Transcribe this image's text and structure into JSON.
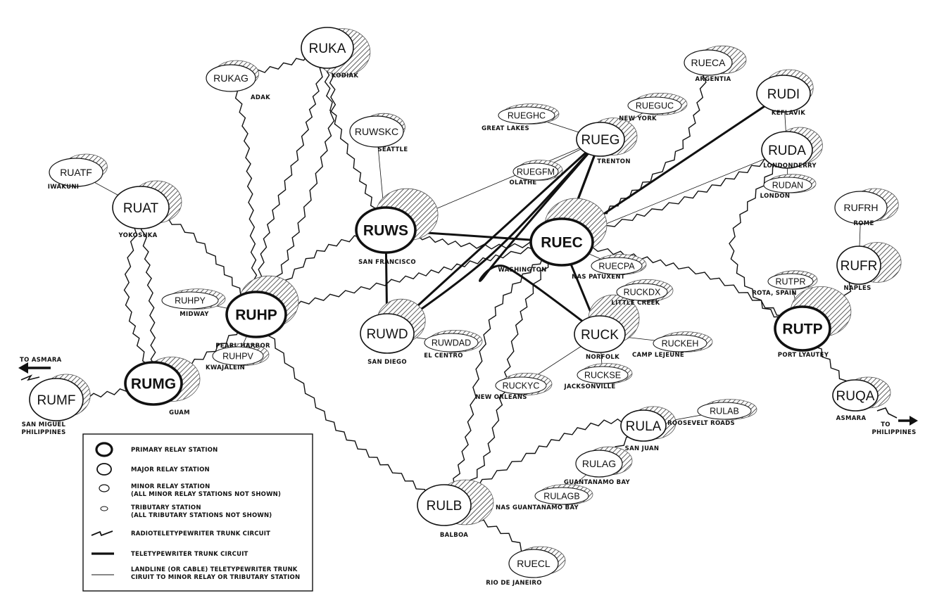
{
  "nodes": [
    {
      "code": "RUKA",
      "city": "KODIAK",
      "tier": "major"
    },
    {
      "code": "RUKAG",
      "city": "ADAK",
      "tier": "minor"
    },
    {
      "code": "RUWSKC",
      "city": "SEATTLE",
      "tier": "minor"
    },
    {
      "code": "RUATF",
      "city": "IWAKUNI",
      "tier": "minor"
    },
    {
      "code": "RUAT",
      "city": "YOKOSUKA",
      "tier": "major"
    },
    {
      "code": "RUWS",
      "city": "SAN FRANCISCO",
      "tier": "primary"
    },
    {
      "code": "RUHPY",
      "city": "MIDWAY",
      "tier": "trib"
    },
    {
      "code": "RUHP",
      "city": "PEARL HARBOR",
      "tier": "primary"
    },
    {
      "code": "RUHPV",
      "city": "KWAJALEIN",
      "tier": "trib"
    },
    {
      "code": "RUMG",
      "city": "GUAM",
      "tier": "primary"
    },
    {
      "code": "RUMF",
      "city": "SAN MIGUEL\nPHILIPPINES",
      "tier": "major"
    },
    {
      "code": "RUWD",
      "city": "SAN DIEGO",
      "tier": "major"
    },
    {
      "code": "RUWDAD",
      "city": "EL CENTRO",
      "tier": "trib"
    },
    {
      "code": "RUEGHC",
      "city": "GREAT LAKES",
      "tier": "trib"
    },
    {
      "code": "RUEGUC",
      "city": "NEW YORK",
      "tier": "trib"
    },
    {
      "code": "RUEG",
      "city": "TRENTON",
      "tier": "major"
    },
    {
      "code": "RUEGFM",
      "city": "OLATHE",
      "tier": "trib"
    },
    {
      "code": "RUEC",
      "city": "WASHINGTON",
      "tier": "primary"
    },
    {
      "code": "RUECPA",
      "city": "NAS PATUXENT",
      "tier": "trib"
    },
    {
      "code": "RUCKDX",
      "city": "LITTLE CREEK",
      "tier": "trib"
    },
    {
      "code": "RUCK",
      "city": "NORFOLK",
      "tier": "major"
    },
    {
      "code": "RUCKEH",
      "city": "CAMP LEJEUNE",
      "tier": "trib"
    },
    {
      "code": "RUCKYC",
      "city": "NEW ORLEANS",
      "tier": "trib"
    },
    {
      "code": "RUCKSE",
      "city": "JACKSONVILLE",
      "tier": "trib"
    },
    {
      "code": "RUECA",
      "city": "ARGENTIA",
      "tier": "minor"
    },
    {
      "code": "RUDI",
      "city": "KEFLAVIK",
      "tier": "major"
    },
    {
      "code": "RUDA",
      "city": "LONDONDERRY",
      "tier": "major"
    },
    {
      "code": "RUDAN",
      "city": "LONDON",
      "tier": "trib"
    },
    {
      "code": "RUFRH",
      "city": "ROME",
      "tier": "minor"
    },
    {
      "code": "RUFR",
      "city": "NAPLES",
      "tier": "major"
    },
    {
      "code": "RUTPR",
      "city": "ROTA, SPAIN",
      "tier": "trib"
    },
    {
      "code": "RUTP",
      "city": "PORT LYAUTEY",
      "tier": "primary"
    },
    {
      "code": "RUQA",
      "city": "ASMARA",
      "tier": "major"
    },
    {
      "code": "RULA",
      "city": "SAN JUAN",
      "tier": "major"
    },
    {
      "code": "RULAB",
      "city": "ROOSEVELT ROADS",
      "tier": "trib"
    },
    {
      "code": "RULAG",
      "city": "GUANTANAMO BAY",
      "tier": "minor"
    },
    {
      "code": "RULAGB",
      "city": "NAS GUANTANAMO BAY",
      "tier": "trib"
    },
    {
      "code": "RULB",
      "city": "BALBOA",
      "tier": "major"
    },
    {
      "code": "RUECL",
      "city": "RIO DE JANEIRO",
      "tier": "minor"
    }
  ],
  "arrows": {
    "west": "TO ASMARA",
    "east": "TO\nPHILIPPINES"
  },
  "legend": [
    {
      "symbol": "primary",
      "label": "PRIMARY RELAY STATION"
    },
    {
      "symbol": "major",
      "label": "MAJOR RELAY STATION"
    },
    {
      "symbol": "minor",
      "label": "MINOR RELAY STATION\n(ALL MINOR RELAY STATIONS NOT SHOWN)"
    },
    {
      "symbol": "trib",
      "label": "TRIBUTARY STATION\n(ALL TRIBUTARY STATIONS NOT SHOWN)"
    },
    {
      "symbol": "radio",
      "label": "RADIOTELETYPEWRITER TRUNK CIRCUIT"
    },
    {
      "symbol": "tty",
      "label": "TELETYPEWRITER TRUNK CIRCUIT"
    },
    {
      "symbol": "land",
      "label": "LANDLINE (OR CABLE) TELETYPEWRITER TRUNK\nCIRUIT TO MINOR RELAY OR TRIBUTARY STATION"
    }
  ]
}
